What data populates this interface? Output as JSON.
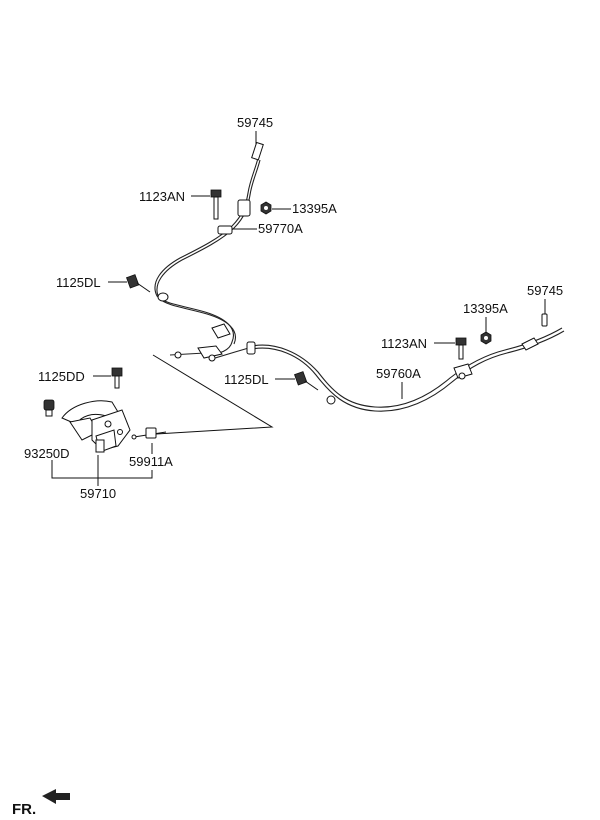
{
  "parts": {
    "p59745_top": "59745",
    "p1123AN_top": "1123AN",
    "p13395A_top": "13395A",
    "p59770A": "59770A",
    "p1125DL_left": "1125DL",
    "p59745_right": "59745",
    "p13395A_right": "13395A",
    "p1123AN_right": "1123AN",
    "p59760A": "59760A",
    "p1125DL_mid": "1125DL",
    "p1125DD": "1125DD",
    "p93250D": "93250D",
    "p59911A": "59911A",
    "p59710": "59710"
  },
  "orientation": {
    "label": "FR."
  }
}
